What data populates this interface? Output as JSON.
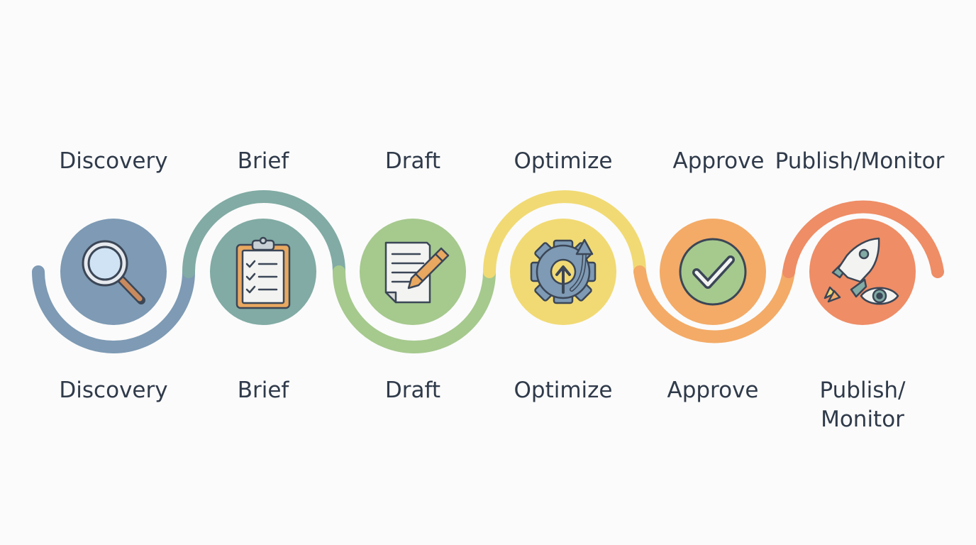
{
  "steps": [
    {
      "top_label": "Discovery",
      "bottom_label": "Discovery",
      "icon": "magnifier-icon",
      "color": "#7e9ab4"
    },
    {
      "top_label": "Brief",
      "bottom_label": "Brief",
      "icon": "clipboard-checklist-icon",
      "color": "#81aba4"
    },
    {
      "top_label": "Draft",
      "bottom_label": "Draft",
      "icon": "document-pencil-icon",
      "color": "#a6c98e"
    },
    {
      "top_label": "Optimize",
      "bottom_label": "Optimize",
      "icon": "gear-arrow-up-icon",
      "color": "#f1da74"
    },
    {
      "top_label": "Approve",
      "bottom_label": "Approve",
      "icon": "checkmark-circle-icon",
      "color": "#f3ab67"
    },
    {
      "top_label": "Publish/Monitor",
      "bottom_label": "Publish/\nMonitor",
      "icon": "rocket-eye-icon",
      "color": "#ee8d66"
    }
  ],
  "colors": {
    "text": "#2f3a4a",
    "icon_stroke": "#3b4656",
    "background": "#fbfbfb"
  }
}
